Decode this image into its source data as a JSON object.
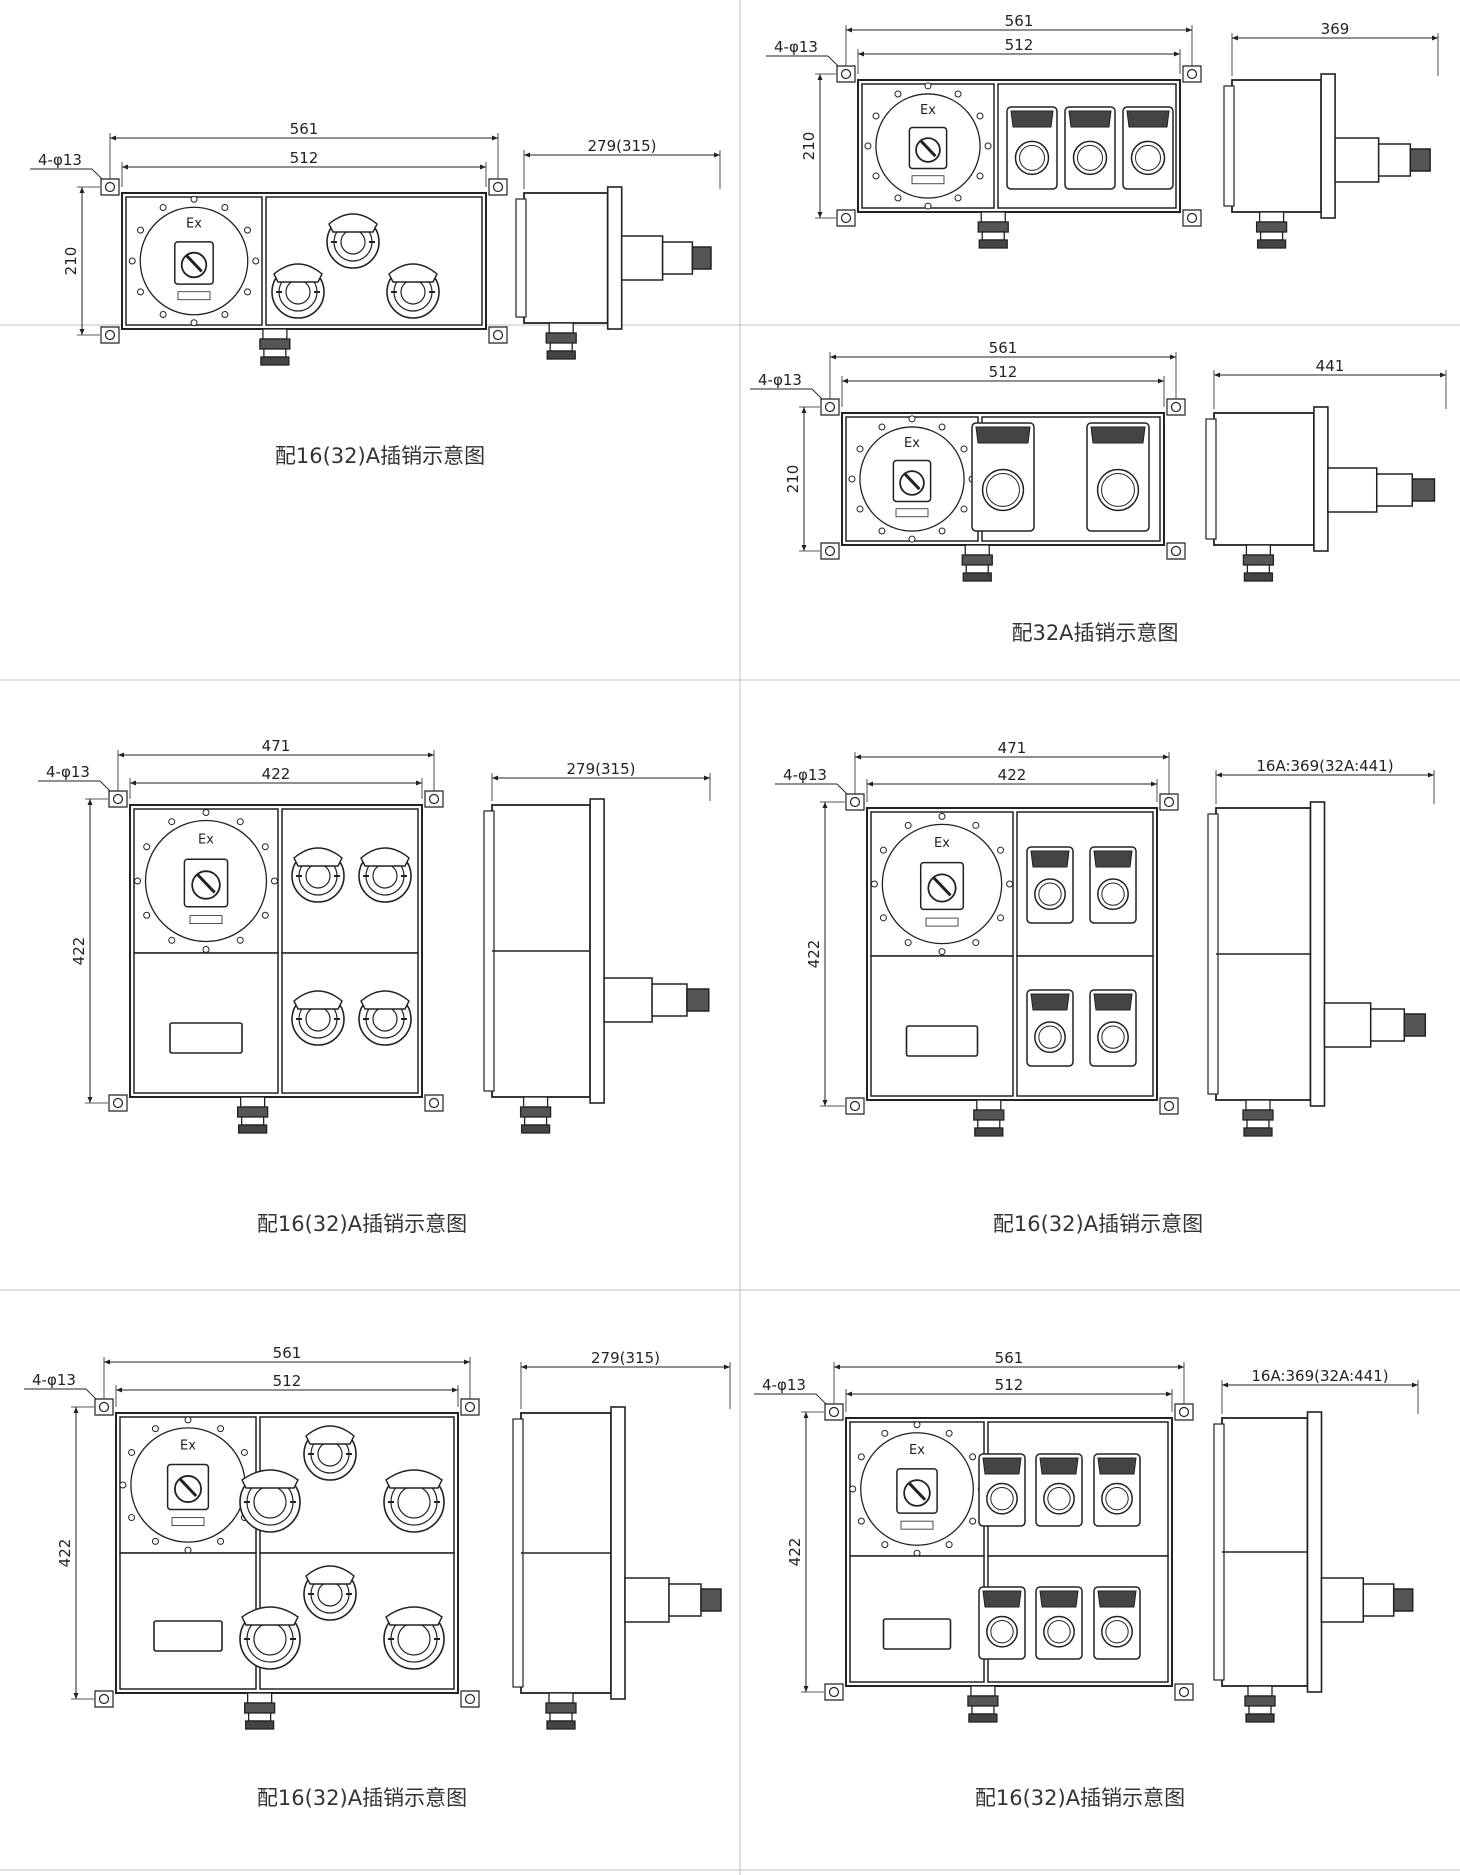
{
  "sheet": {
    "line_color": "#222222",
    "divider_color": "#bfbfbf",
    "caption_color": "#333333"
  },
  "panels": [
    {
      "key": "p1",
      "caption": "配16(32)A插销示意图",
      "front": {
        "overall_width": "561",
        "bolt_spacing": "512",
        "height": "210",
        "holes": "4-φ13",
        "ex_mark": "Ex",
        "sockets": "3 × 16A"
      },
      "side": {
        "depth": "279(315)"
      }
    },
    {
      "key": "p2",
      "caption": "",
      "front": {
        "overall_width": "561",
        "bolt_spacing": "512",
        "height": "210",
        "holes": "4-φ13",
        "ex_mark": "Ex",
        "sockets": "3 × 32A"
      },
      "side": {
        "depth": "369"
      }
    },
    {
      "key": "p3",
      "caption": "配32A插销示意图",
      "front": {
        "overall_width": "561",
        "bolt_spacing": "512",
        "height": "210",
        "holes": "4-φ13",
        "ex_mark": "Ex",
        "sockets": "2 × 32A"
      },
      "side": {
        "depth": "441"
      }
    },
    {
      "key": "p4",
      "caption": "配16(32)A插销示意图",
      "front": {
        "overall_width": "471",
        "bolt_spacing": "422",
        "height": "422",
        "holes": "4-φ13",
        "ex_mark": "Ex",
        "sockets": "4 × 16A"
      },
      "side": {
        "depth": "279(315)"
      }
    },
    {
      "key": "p5",
      "caption": "配16(32)A插销示意图",
      "front": {
        "overall_width": "471",
        "bolt_spacing": "422",
        "height": "422",
        "holes": "4-φ13",
        "ex_mark": "Ex",
        "sockets": "4 × 32A"
      },
      "side": {
        "depth": "16A:369(32A:441)"
      }
    },
    {
      "key": "p6",
      "caption": "配16(32)A插销示意图",
      "front": {
        "overall_width": "561",
        "bolt_spacing": "512",
        "height": "422",
        "holes": "4-φ13",
        "ex_mark": "Ex",
        "sockets": "6 × 16A"
      },
      "side": {
        "depth": "279(315)"
      }
    },
    {
      "key": "p7",
      "caption": "配16(32)A插销示意图",
      "front": {
        "overall_width": "561",
        "bolt_spacing": "512",
        "height": "422",
        "holes": "4-φ13",
        "ex_mark": "Ex",
        "sockets": "6 × 32A"
      },
      "side": {
        "depth": "16A:369(32A:441)"
      }
    }
  ]
}
